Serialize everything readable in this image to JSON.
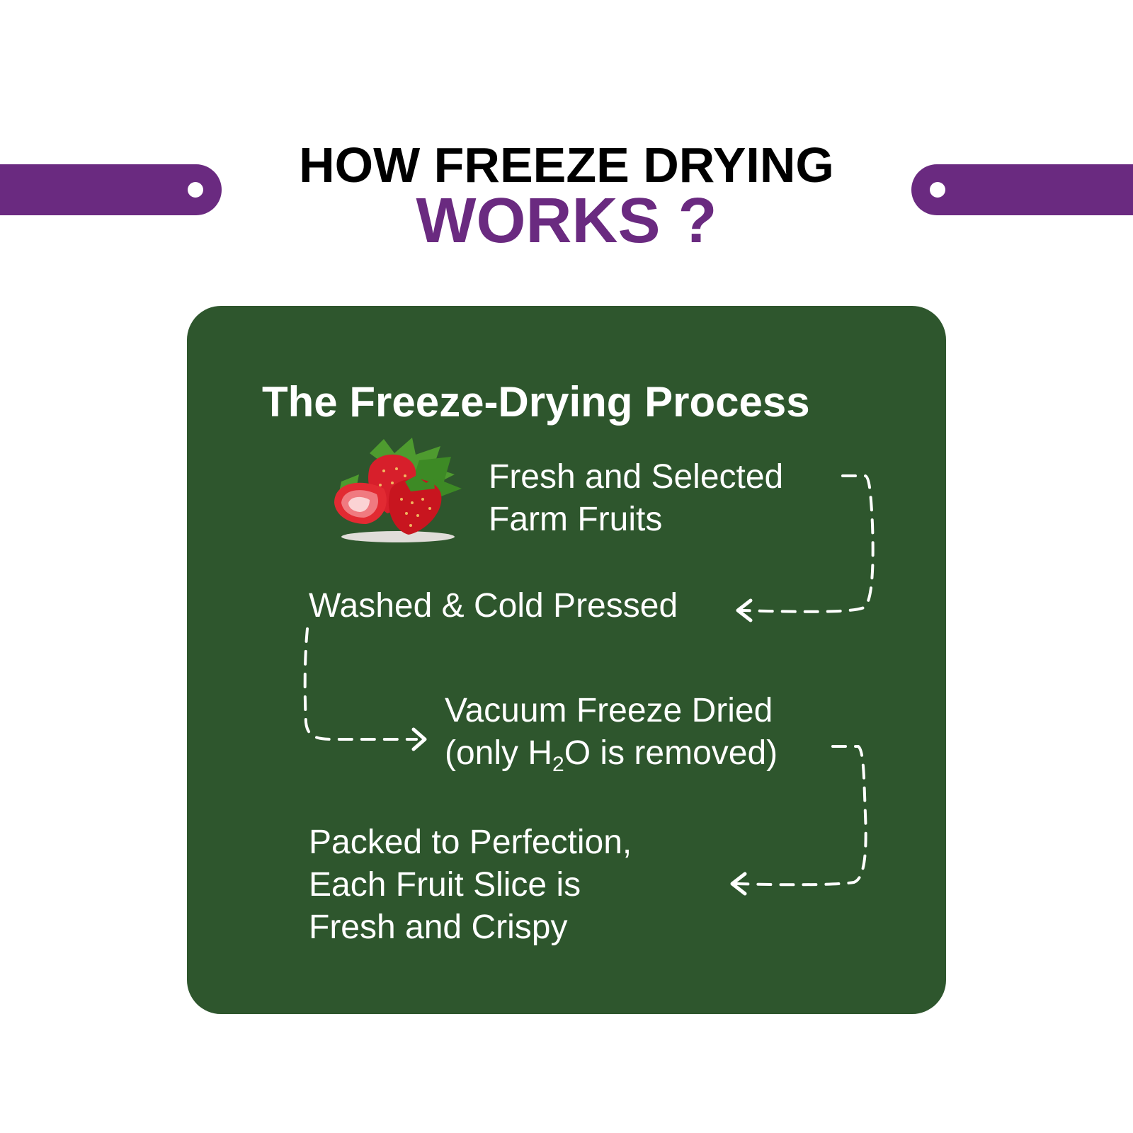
{
  "colors": {
    "brand_purple": "#6a2a80",
    "panel_green": "#2e562d",
    "text_white": "#ffffff",
    "heading_black": "#000000"
  },
  "header": {
    "line1": "HOW FREEZE DRYING",
    "line2": "WORKS ?"
  },
  "panel": {
    "title": "The Freeze-Drying Process",
    "image_icon": "strawberry-icon",
    "steps": [
      {
        "lines": [
          "Fresh and Selected",
          "Farm Fruits"
        ]
      },
      {
        "lines": [
          "Washed & Cold Pressed"
        ]
      },
      {
        "line1": "Vacuum Freeze Dried",
        "line2_before": "(only H",
        "line2_sub": "2",
        "line2_after": "O is removed)"
      },
      {
        "lines": [
          "Packed to Perfection,",
          "Each Fruit Slice is",
          "Fresh and Crispy"
        ]
      }
    ]
  }
}
